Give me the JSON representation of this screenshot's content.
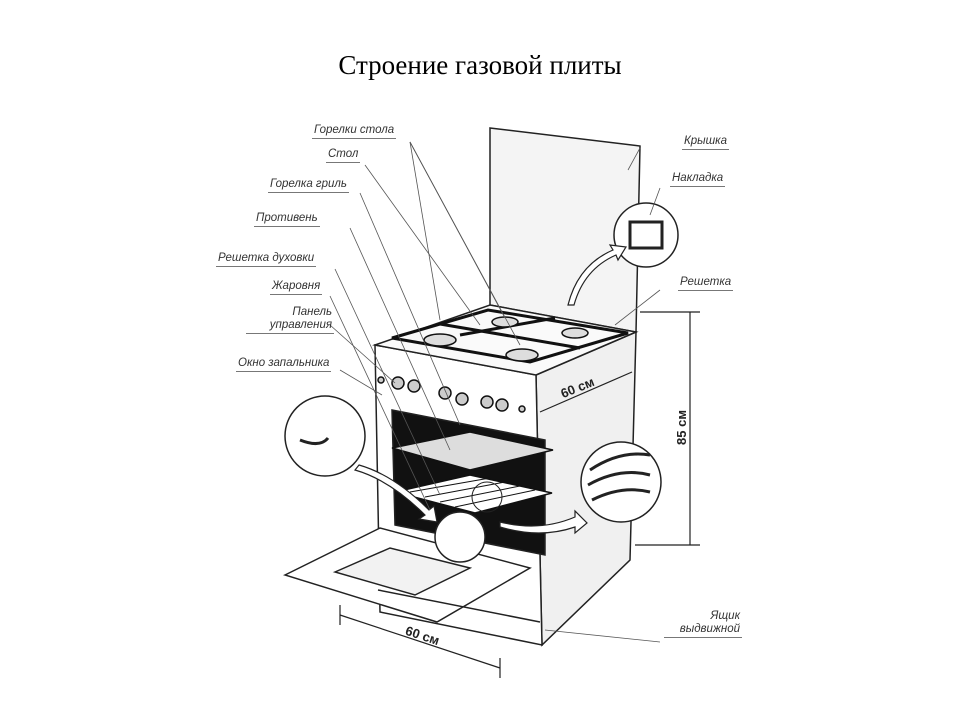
{
  "title": "Строение газовой плиты",
  "labels_left": {
    "cooktop_burners": "Горелки стола",
    "table": "Стол",
    "grill_burner": "Горелка гриль",
    "baking_tray": "Противень",
    "oven_rack": "Решетка духовки",
    "roasting_pan": "Жаровня",
    "control_panel": "Панель управления",
    "ignition_window": "Окно запальника"
  },
  "labels_right": {
    "lid": "Крышка",
    "cap": "Накладка",
    "grate": "Решетка",
    "drawer": "Ящик выдвижной"
  },
  "dimensions": {
    "depth": "60 см",
    "height": "85 см",
    "width": "60 см"
  }
}
